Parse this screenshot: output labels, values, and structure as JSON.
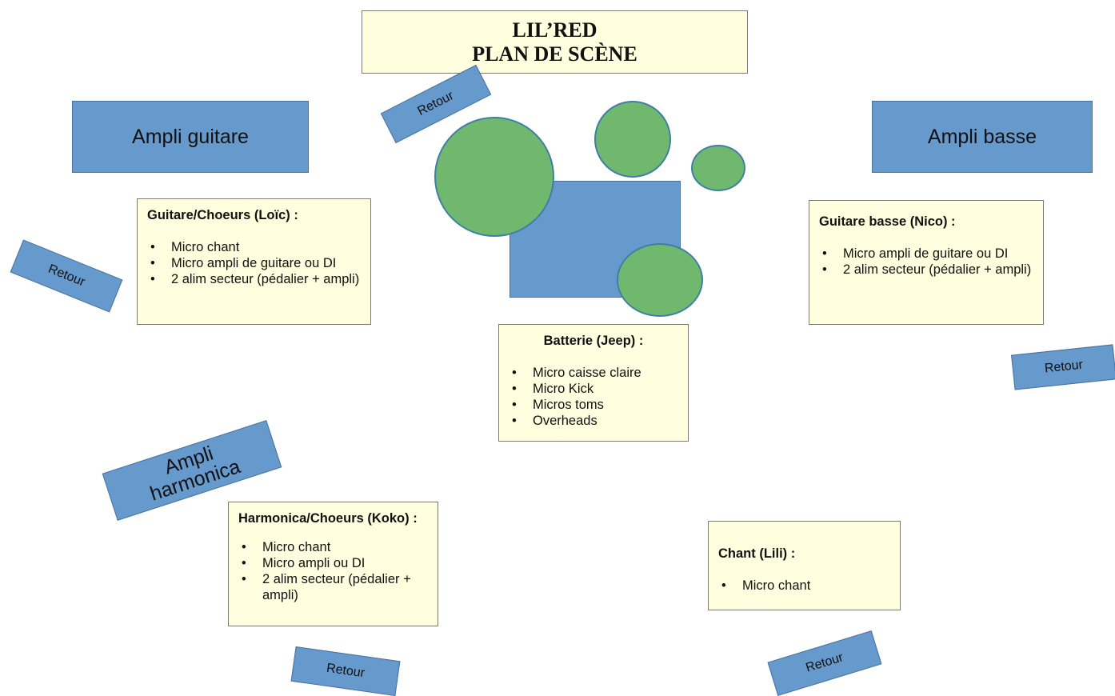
{
  "title": {
    "line1": "LIL’RED",
    "line2": "PLAN DE SCÈNE"
  },
  "amps": {
    "guitare": "Ampli guitare",
    "basse": "Ampli basse",
    "harmonica_line1": "Ampli",
    "harmonica_line2": "harmonica"
  },
  "retour_label": "Retour",
  "musicians": {
    "guitare": {
      "heading": "Guitare/Choeurs (Loïc) :",
      "items": [
        "Micro chant",
        "Micro ampli de guitare ou DI",
        "2 alim secteur (pédalier + ampli)"
      ]
    },
    "basse": {
      "heading": "Guitare basse (Nico) :",
      "items": [
        "Micro ampli de guitare ou DI",
        "2 alim secteur (pédalier + ampli)"
      ]
    },
    "batterie": {
      "heading": "Batterie (Jeep) :",
      "items": [
        "Micro caisse claire",
        "Micro Kick",
        "Micros toms",
        "Overheads"
      ]
    },
    "harmonica": {
      "heading": "Harmonica/Choeurs (Koko) :",
      "items": [
        "Micro chant",
        "Micro ampli  ou DI",
        "2 alim secteur (pédalier + ampli)"
      ]
    },
    "chant": {
      "heading": "Chant (Lili) :",
      "items": [
        "Micro chant"
      ]
    }
  },
  "colors": {
    "box_fill": "#ffffe0",
    "amp_fill": "#6699cc",
    "drum_fill": "#70b86e"
  }
}
